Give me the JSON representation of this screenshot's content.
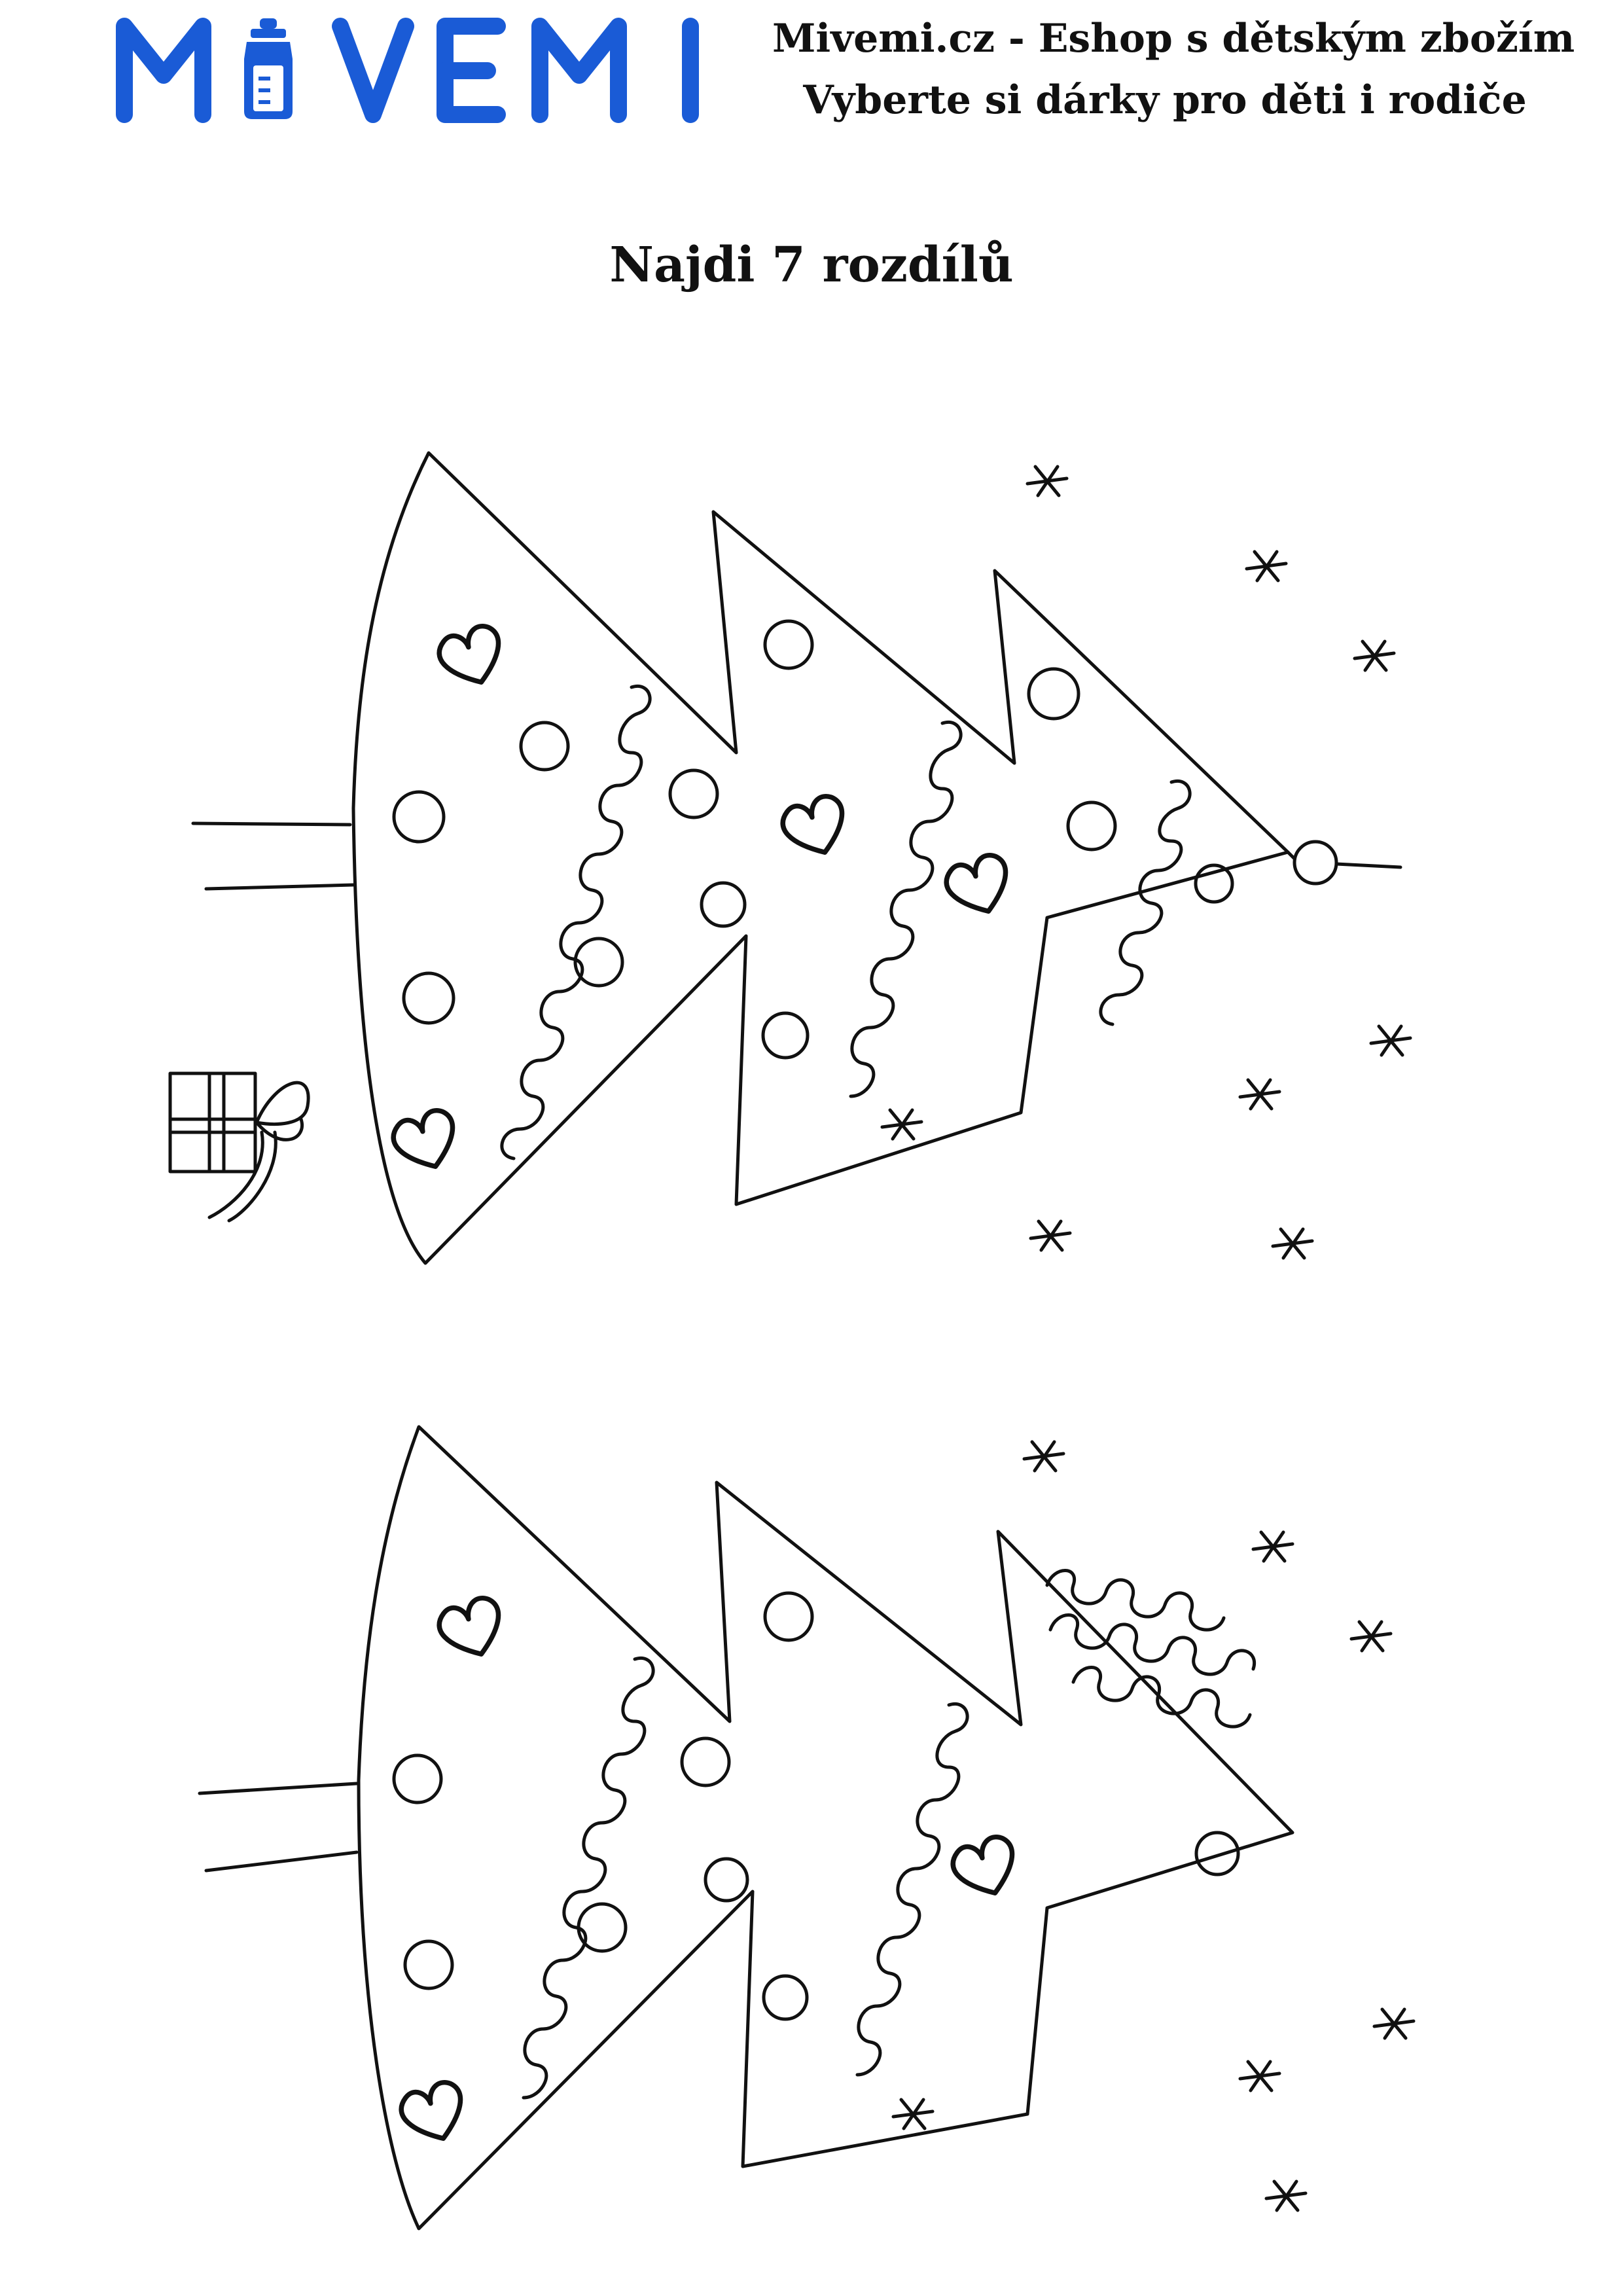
{
  "header": {
    "logo_text": "MIVEMI",
    "line1": "Mivemi.cz - Eshop s dětským zbožím",
    "line2": "Vyberte si dárky pro děti i rodiče"
  },
  "title": "Najdi 7 rozdílů",
  "colors": {
    "brand_blue": "#1a5bd6",
    "ink": "#111111"
  }
}
